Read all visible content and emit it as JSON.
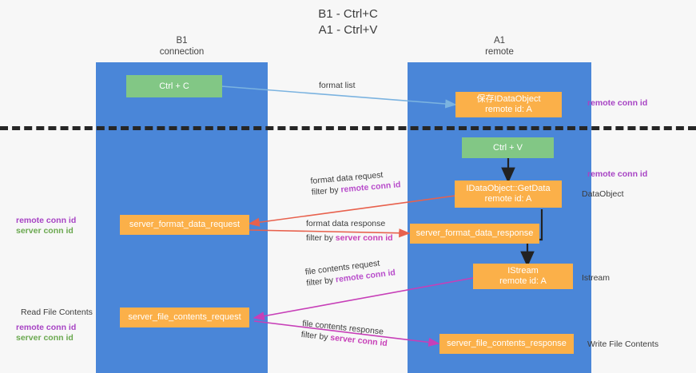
{
  "title": {
    "line1": "B1 - Ctrl+C",
    "line2": "A1 - Ctrl+V"
  },
  "lanes": [
    {
      "id": "b1",
      "name": "B1",
      "role": "connection",
      "color": "#4a86d8"
    },
    {
      "id": "a1",
      "name": "A1",
      "role": "remote",
      "color": "#4a86d8"
    }
  ],
  "nodes": {
    "ctrl_c": {
      "label": "Ctrl + C",
      "color": "#82c785"
    },
    "ctrl_v": {
      "label": "Ctrl + V",
      "color": "#82c785"
    },
    "idataobject": {
      "line1": "保存IDataObject",
      "line2": "remote id: A",
      "color": "#fbb049"
    },
    "getdata": {
      "line1": "IDataObject::GetData",
      "line2": "remote id: A",
      "color": "#fbb049"
    },
    "istream": {
      "line1": "IStream",
      "line2": "remote id: A",
      "color": "#fbb049"
    },
    "server_format_data_request": {
      "label": "server_format_data_request",
      "color": "#fbb049"
    },
    "server_format_data_response": {
      "label": "server_format_data_response",
      "color": "#fbb049"
    },
    "server_file_contents_request": {
      "label": "server_file_contents_request",
      "color": "#fbb049"
    },
    "server_file_contents_response": {
      "label": "server_file_contents_response",
      "color": "#fbb049"
    }
  },
  "edges": {
    "format_list": {
      "label": "format list",
      "color": "#7bb3e0"
    },
    "format_data_request": {
      "line1": "format data request",
      "line2_prefix": "filter by ",
      "line2_key": "remote conn id",
      "color": "#e8614d"
    },
    "format_data_response": {
      "line1": "format data response",
      "line2_prefix": "filter by ",
      "line2_key": "server conn id",
      "color": "#e8614d"
    },
    "file_contents_request": {
      "line1": "file contents request",
      "line2_prefix": "filter by ",
      "line2_key": "remote conn id",
      "color": "#c73fb8"
    },
    "file_contents_response": {
      "line1": "file contents response",
      "line2_prefix": "filter by ",
      "line2_key": "server conn id",
      "color": "#c73fb8"
    }
  },
  "side_labels": {
    "right_remote_conn_id_top": "remote conn id",
    "right_remote_conn_id_mid": "remote conn id",
    "right_dataobject": "DataObject",
    "right_istream": "Istream",
    "right_write_file_contents": "Write File Contents",
    "left_remote_conn_id_mid": "remote conn id",
    "left_server_conn_id_mid": "server conn id",
    "left_read_file_contents": "Read File Contents",
    "left_remote_conn_id_bottom": "remote conn id",
    "left_server_conn_id_bottom": "server conn id"
  },
  "colors": {
    "lane": "#4a86d8",
    "green_node": "#82c785",
    "orange_node": "#fbb049",
    "divider": "#262626",
    "purple": "#a743c4",
    "green_text": "#6aa84f",
    "red_arrow": "#e8614d",
    "magenta_arrow": "#c73fb8",
    "blue_arrow": "#7bb3e0",
    "background": "#f7f7f7"
  }
}
